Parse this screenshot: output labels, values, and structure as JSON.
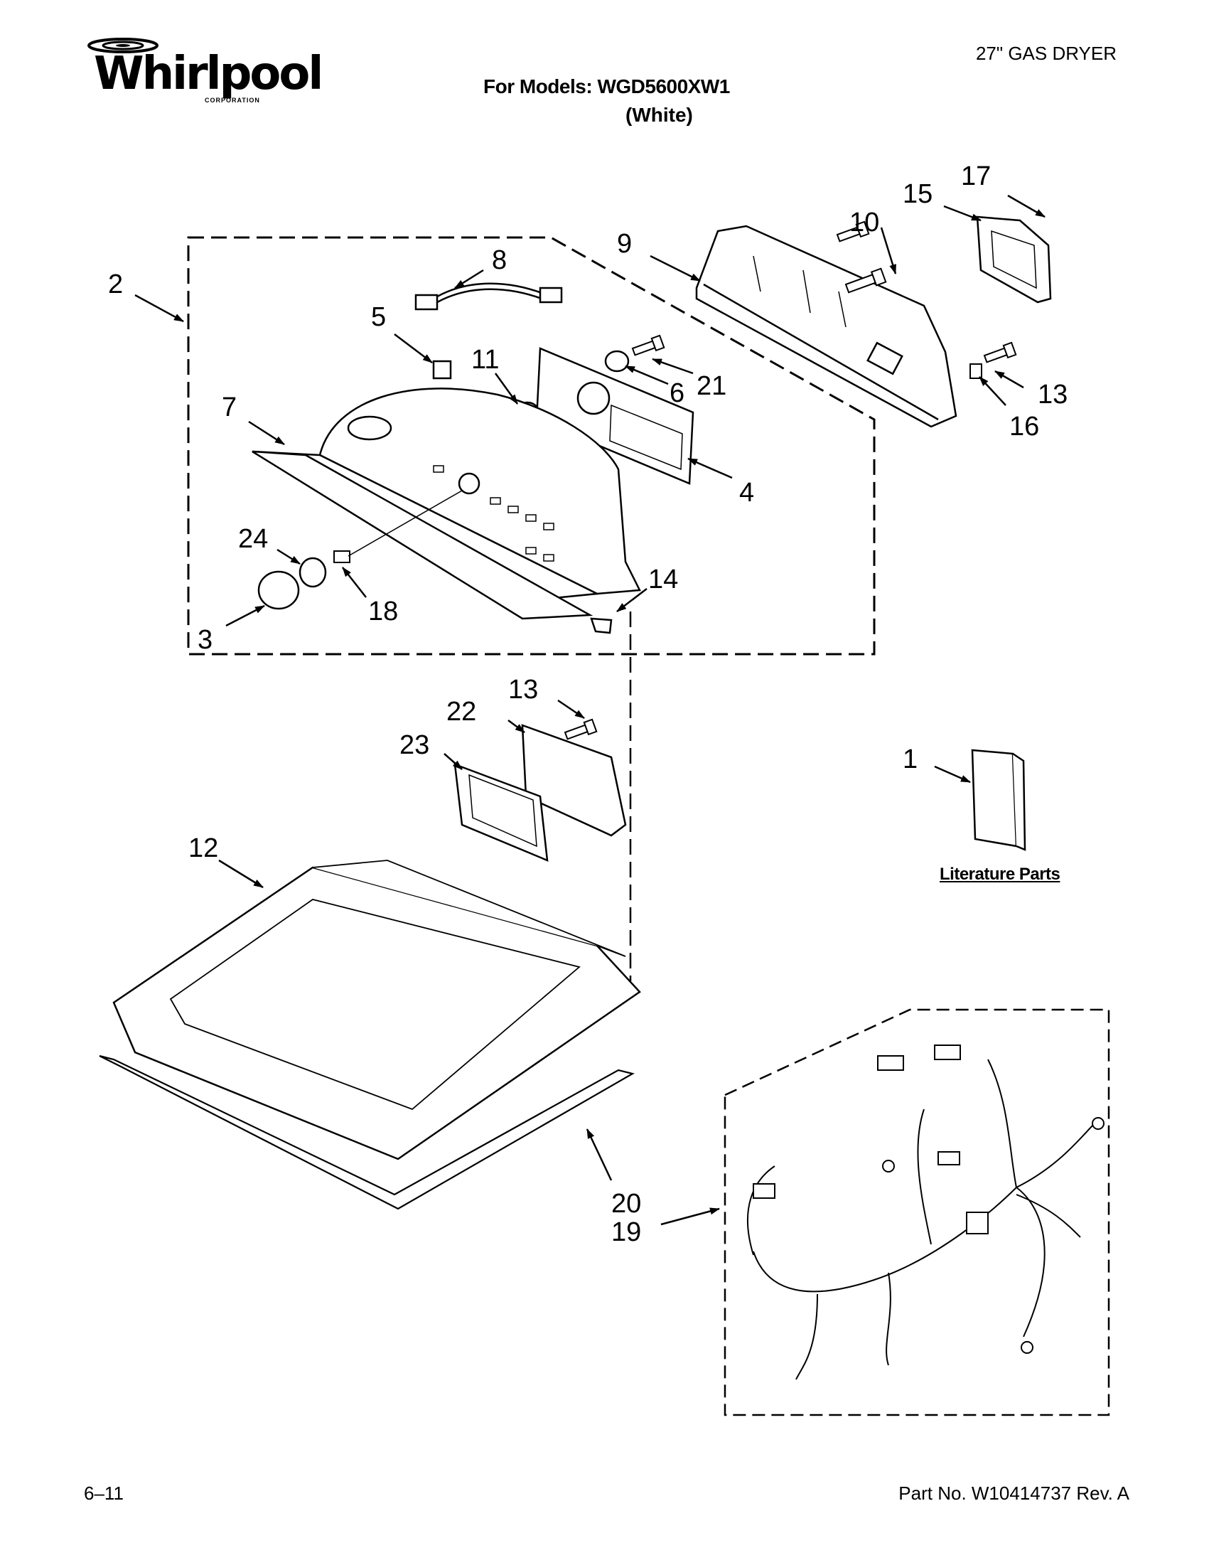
{
  "header": {
    "brand": "Whirlpool",
    "brand_sub": "CORPORATION",
    "product_type": "27\" GAS DRYER",
    "models_line": "For Models: WGD5600XW1",
    "color_line": "(White)"
  },
  "callouts": [
    {
      "id": "c1",
      "text": "1"
    },
    {
      "id": "c2",
      "text": "2"
    },
    {
      "id": "c3",
      "text": "3"
    },
    {
      "id": "c4",
      "text": "4"
    },
    {
      "id": "c5",
      "text": "5"
    },
    {
      "id": "c6",
      "text": "6"
    },
    {
      "id": "c7",
      "text": "7"
    },
    {
      "id": "c8",
      "text": "8"
    },
    {
      "id": "c9",
      "text": "9"
    },
    {
      "id": "c10",
      "text": "10"
    },
    {
      "id": "c11",
      "text": "11"
    },
    {
      "id": "c12",
      "text": "12"
    },
    {
      "id": "c13a",
      "text": "13"
    },
    {
      "id": "c13b",
      "text": "13"
    },
    {
      "id": "c14",
      "text": "14"
    },
    {
      "id": "c15",
      "text": "15"
    },
    {
      "id": "c16",
      "text": "16"
    },
    {
      "id": "c17",
      "text": "17"
    },
    {
      "id": "c18",
      "text": "18"
    },
    {
      "id": "c19",
      "text": "19"
    },
    {
      "id": "c20",
      "text": "20"
    },
    {
      "id": "c21",
      "text": "21"
    },
    {
      "id": "c22",
      "text": "22"
    },
    {
      "id": "c23",
      "text": "23"
    },
    {
      "id": "c24",
      "text": "24"
    }
  ],
  "literature_label": "Literature Parts",
  "footer": {
    "date": "6–11",
    "part_number": "Part No. W10414737 Rev. A"
  }
}
